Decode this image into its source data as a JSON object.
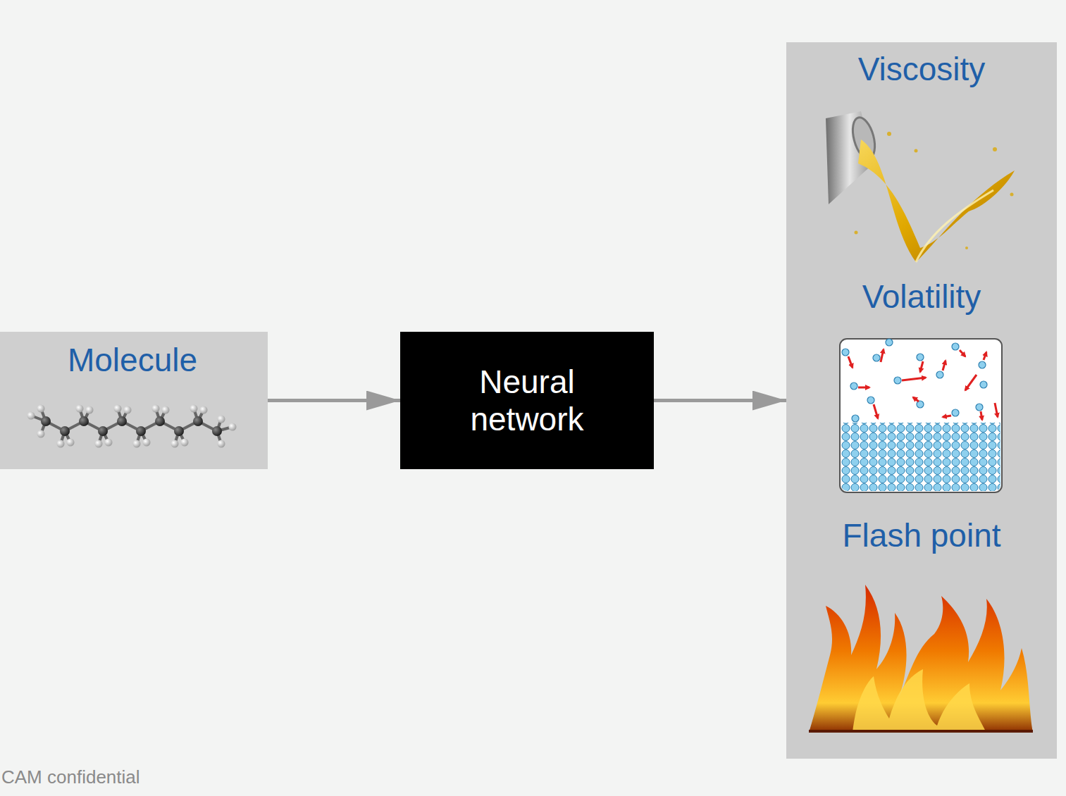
{
  "diagram": {
    "nodes": [
      {
        "text": [
          "Molecule"
        ]
      },
      {
        "text": [
          "Neural network"
        ]
      },
      {
        "text": [
          "Viscosity",
          "Volatility",
          "Flash point"
        ]
      }
    ],
    "edges": [
      {
        "from": 0,
        "to": 1,
        "arrow": "to"
      },
      {
        "from": 1,
        "to": 2,
        "arrow": "to"
      }
    ],
    "labels": [
      "CAM confidential"
    ]
  }
}
